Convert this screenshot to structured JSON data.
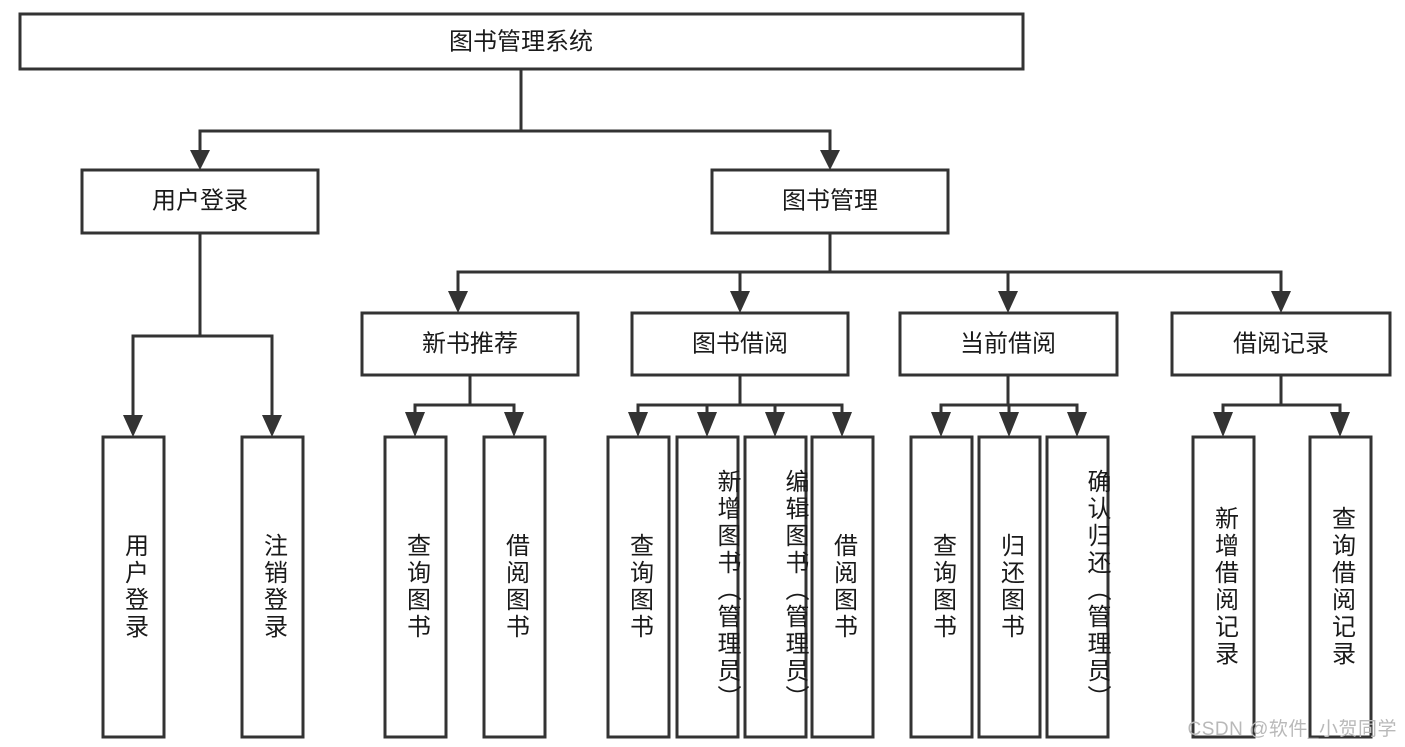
{
  "diagram": {
    "type": "tree",
    "title": "图书管理系统",
    "watermark": "CSDN @软件_小贺同学",
    "root": {
      "id": "root",
      "label": "图书管理系统",
      "orientation": "horizontal"
    },
    "level2": [
      {
        "id": "user-login",
        "label": "用户登录",
        "orientation": "horizontal"
      },
      {
        "id": "book-manage",
        "label": "图书管理",
        "orientation": "horizontal"
      }
    ],
    "level3": [
      {
        "id": "new-book-rec",
        "label": "新书推荐",
        "orientation": "horizontal",
        "parent": "book-manage"
      },
      {
        "id": "book-borrow",
        "label": "图书借阅",
        "orientation": "horizontal",
        "parent": "book-manage"
      },
      {
        "id": "current-borrow",
        "label": "当前借阅",
        "orientation": "horizontal",
        "parent": "book-manage"
      },
      {
        "id": "borrow-record",
        "label": "借阅记录",
        "orientation": "horizontal",
        "parent": "book-manage"
      }
    ],
    "leaves": [
      {
        "id": "leaf-user-login",
        "label": "用户登录",
        "orientation": "vertical",
        "parent": "user-login"
      },
      {
        "id": "leaf-user-logout",
        "label": "注销登录",
        "orientation": "vertical",
        "parent": "user-login"
      },
      {
        "id": "leaf-query-book-1",
        "label": "查询图书",
        "orientation": "vertical",
        "parent": "new-book-rec"
      },
      {
        "id": "leaf-borrow-book-1",
        "label": "借阅图书",
        "orientation": "vertical",
        "parent": "new-book-rec"
      },
      {
        "id": "leaf-query-book-2",
        "label": "查询图书",
        "orientation": "vertical",
        "parent": "book-borrow"
      },
      {
        "id": "leaf-add-book",
        "label": "新增图书（管理员）",
        "orientation": "vertical",
        "parent": "book-borrow"
      },
      {
        "id": "leaf-edit-book",
        "label": "编辑图书（管理员）",
        "orientation": "vertical",
        "parent": "book-borrow"
      },
      {
        "id": "leaf-borrow-book-2",
        "label": "借阅图书",
        "orientation": "vertical",
        "parent": "book-borrow"
      },
      {
        "id": "leaf-query-book-3",
        "label": "查询图书",
        "orientation": "vertical",
        "parent": "current-borrow"
      },
      {
        "id": "leaf-return-book",
        "label": "归还图书",
        "orientation": "vertical",
        "parent": "current-borrow"
      },
      {
        "id": "leaf-confirm-return",
        "label": "确认归还（管理员）",
        "orientation": "vertical",
        "parent": "current-borrow"
      },
      {
        "id": "leaf-add-record",
        "label": "新增借阅记录",
        "orientation": "vertical",
        "parent": "borrow-record"
      },
      {
        "id": "leaf-query-record",
        "label": "查询借阅记录",
        "orientation": "vertical",
        "parent": "borrow-record"
      }
    ],
    "colors": {
      "stroke": "#333333",
      "fill": "#ffffff",
      "text": "#1a1a1a",
      "watermark": "#b9b9b9"
    }
  }
}
